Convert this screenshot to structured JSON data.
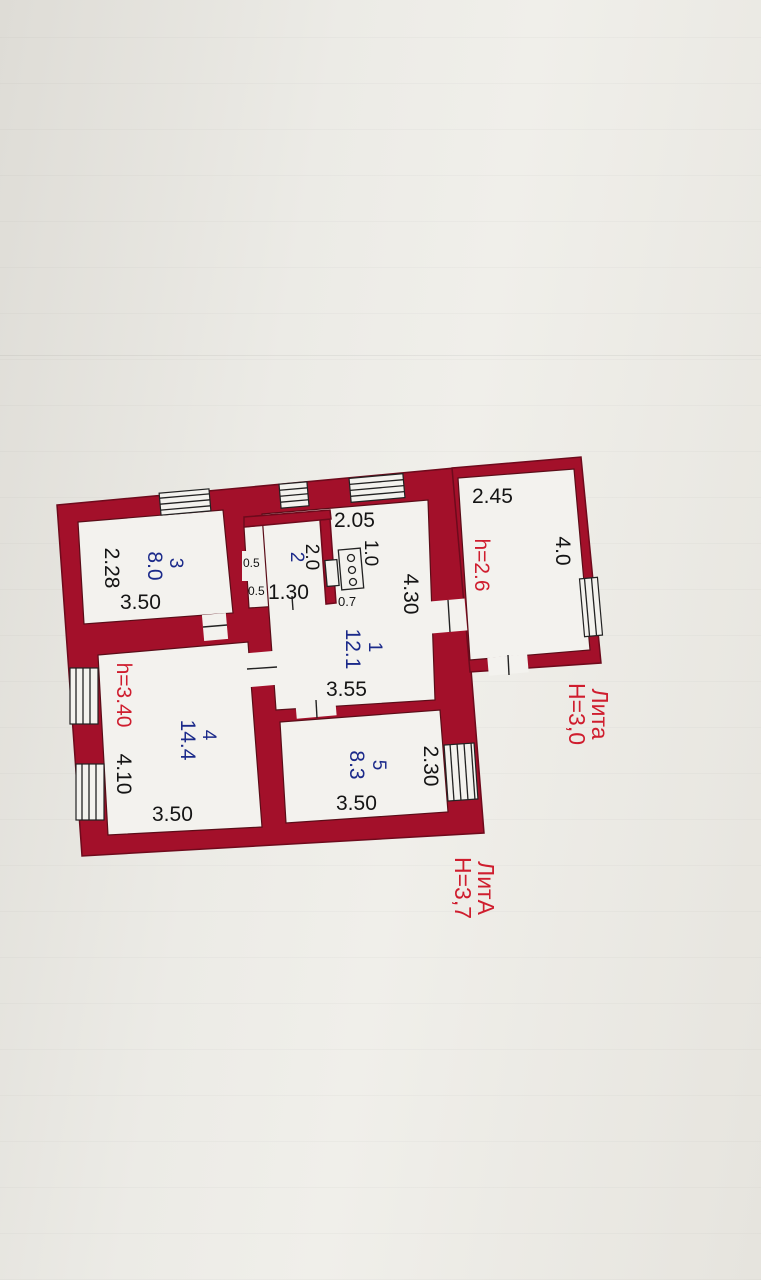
{
  "colors": {
    "wall": "#a3102a",
    "wall_stroke": "#6e0a1c",
    "room_floor": "#f3f2ee",
    "dimension_text": "#141414",
    "room_number_text": "#1b2a8a",
    "annotation_text": "#cf1d2e",
    "paper": "#e9e7e2"
  },
  "icons": {
    "window": "window-hatch-icon",
    "door": "door-opening-icon",
    "stove": "stove-icon",
    "sink": "sink-icon"
  },
  "rooms": {
    "r1": {
      "number": "1",
      "area": "12.1",
      "width": "3.55",
      "length": "4.30"
    },
    "r2": {
      "number": "2",
      "area": "2.0",
      "width": "1.30",
      "side": "0.5",
      "side2": "0.5"
    },
    "r3": {
      "number": "3",
      "area": "8.0",
      "width": "3.50",
      "length": "2.28"
    },
    "r4": {
      "number": "4",
      "area": "14.4",
      "width": "3.50",
      "length": "4.10",
      "height": "h=3.40"
    },
    "r5": {
      "number": "5",
      "area": "8.3",
      "width": "3.50",
      "length": "2.30"
    },
    "r6": {
      "area": "4.0",
      "width": "2.45",
      "height": "h=2.6"
    }
  },
  "kitchen": {
    "width": "2.05",
    "area": "1.0",
    "depth": "0.7"
  },
  "litera": {
    "a_name": "ЛитА",
    "a_height": "Н=3,7",
    "a2_name": "Лита",
    "a2_height": "Н=3,0"
  }
}
